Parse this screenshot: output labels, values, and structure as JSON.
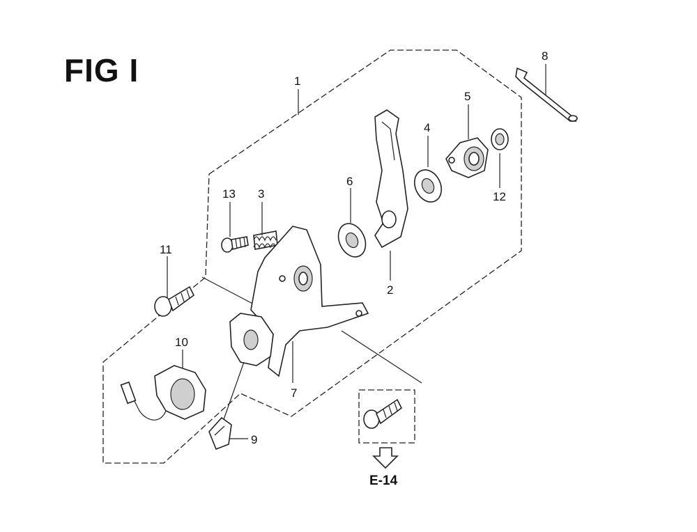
{
  "figure": {
    "title": "FIG I",
    "reference_label": "E-14"
  },
  "callouts": [
    {
      "id": "1",
      "label": "1"
    },
    {
      "id": "2",
      "label": "2"
    },
    {
      "id": "3",
      "label": "3"
    },
    {
      "id": "4",
      "label": "4"
    },
    {
      "id": "5",
      "label": "5"
    },
    {
      "id": "6",
      "label": "6"
    },
    {
      "id": "7",
      "label": "7"
    },
    {
      "id": "8",
      "label": "8"
    },
    {
      "id": "9",
      "label": "9"
    },
    {
      "id": "10",
      "label": "10"
    },
    {
      "id": "11",
      "label": "11"
    },
    {
      "id": "12",
      "label": "12"
    },
    {
      "id": "13",
      "label": "13"
    }
  ],
  "parts": [
    "rod",
    "arm",
    "washer",
    "cam-plate",
    "nut",
    "washer",
    "spring",
    "screw",
    "bracket",
    "bolt",
    "clip",
    "switch",
    "flange-bolt"
  ]
}
